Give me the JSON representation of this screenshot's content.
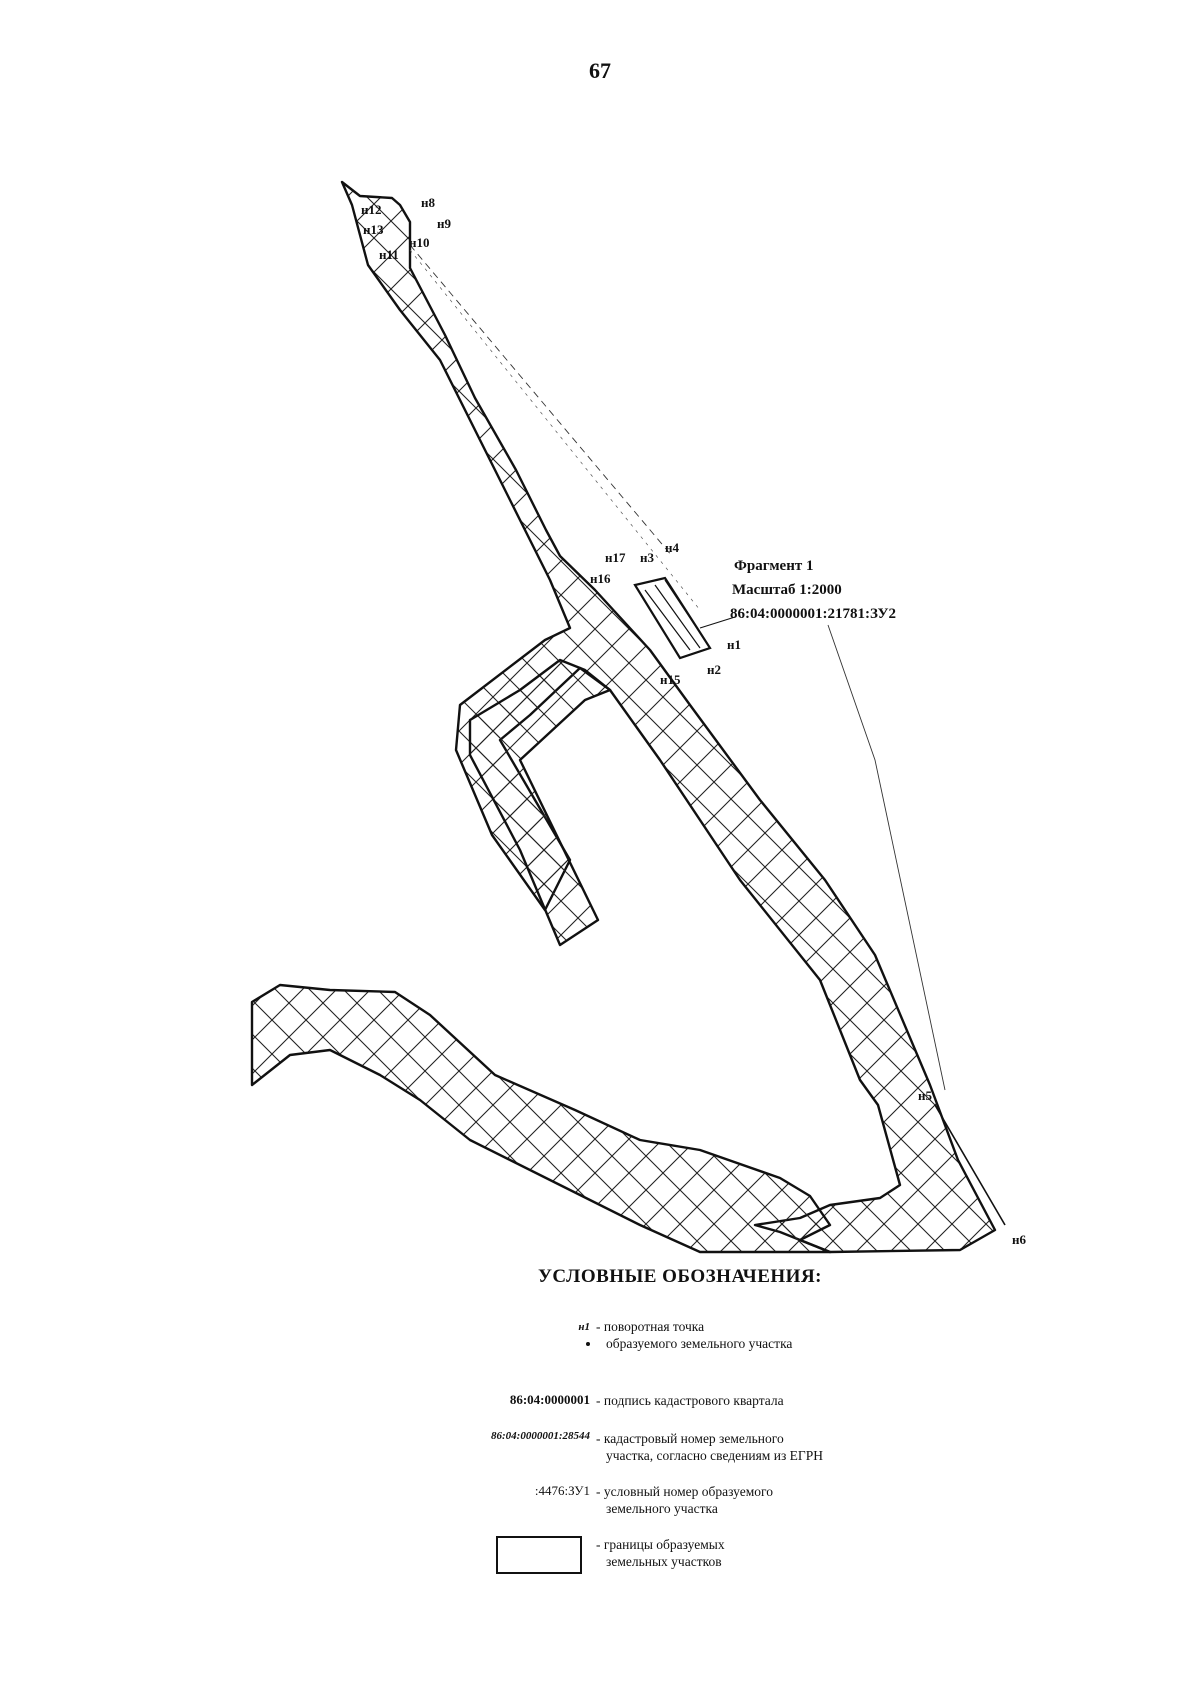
{
  "page_number": "67",
  "fragment": {
    "title": "Фрагмент 1",
    "scale": "Масштаб 1:2000",
    "cadastral_label": "86:04:0000001:21781:ЗУ2"
  },
  "points": [
    "н1",
    "н2",
    "н3",
    "н4",
    "н5",
    "н6",
    "н8",
    "н9",
    "н10",
    "н11",
    "н12",
    "н13",
    "н15",
    "н16",
    "н17"
  ],
  "legend": {
    "title": "УСЛОВНЫЕ ОБОЗНАЧЕНИЯ:",
    "items": [
      {
        "symbol": "н1",
        "line1": "- поворотная точка",
        "line2": "образуемого земельного участка"
      },
      {
        "symbol": "86:04:0000001",
        "line1": "- подпись кадастрового квартала",
        "line2": ""
      },
      {
        "symbol": "86:04:0000001:28544",
        "line1": "- кадастровый номер земельного",
        "line2": "участка, согласно сведениям из ЕГРН"
      },
      {
        "symbol": ":4476:ЗУ1",
        "line1": "- условный номер образуемого",
        "line2": "земельного участка"
      },
      {
        "symbol": "",
        "line1": "- границы образуемых",
        "line2": "земельных участков"
      }
    ]
  },
  "colors": {
    "ink": "#111111",
    "paper": "#ffffff"
  }
}
